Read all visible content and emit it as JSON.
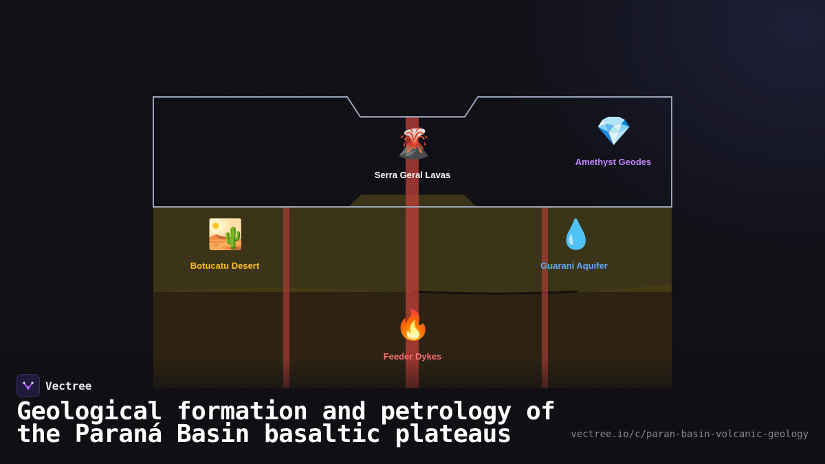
{
  "diagram": {
    "layers": [
      {
        "id": "serra-geral",
        "label": "Serra Geral Lavas",
        "icon": "volcano-icon",
        "emoji": "🌋",
        "color": "#ffffff"
      },
      {
        "id": "amethyst",
        "label": "Amethyst Geodes",
        "icon": "gem-icon",
        "emoji": "💎",
        "color": "#c084fc"
      },
      {
        "id": "botucatu",
        "label": "Botucatu Desert",
        "icon": "desert-icon",
        "emoji": "🏜️",
        "color": "#fbbf24"
      },
      {
        "id": "guarani",
        "label": "Guarani Aquifer",
        "icon": "droplet-icon",
        "emoji": "💧",
        "color": "#60a5fa"
      },
      {
        "id": "feeder",
        "label": "Feeder Dykes",
        "icon": "fire-icon",
        "emoji": "🔥",
        "color": "#f87171"
      }
    ],
    "colors": {
      "lava_layer_outline": "#9aa3b8",
      "sandstone": "#3b3418",
      "deep_rock": "#2e2313",
      "dyke": "#c0403a"
    }
  },
  "brand": {
    "name": "Vectree",
    "logo_icon": "vectree-logo-icon"
  },
  "title": {
    "line1": "Geological formation and petrology of",
    "line2": "the Paraná Basin basaltic plateaus"
  },
  "url": "vectree.io/c/paran-basin-volcanic-geology"
}
